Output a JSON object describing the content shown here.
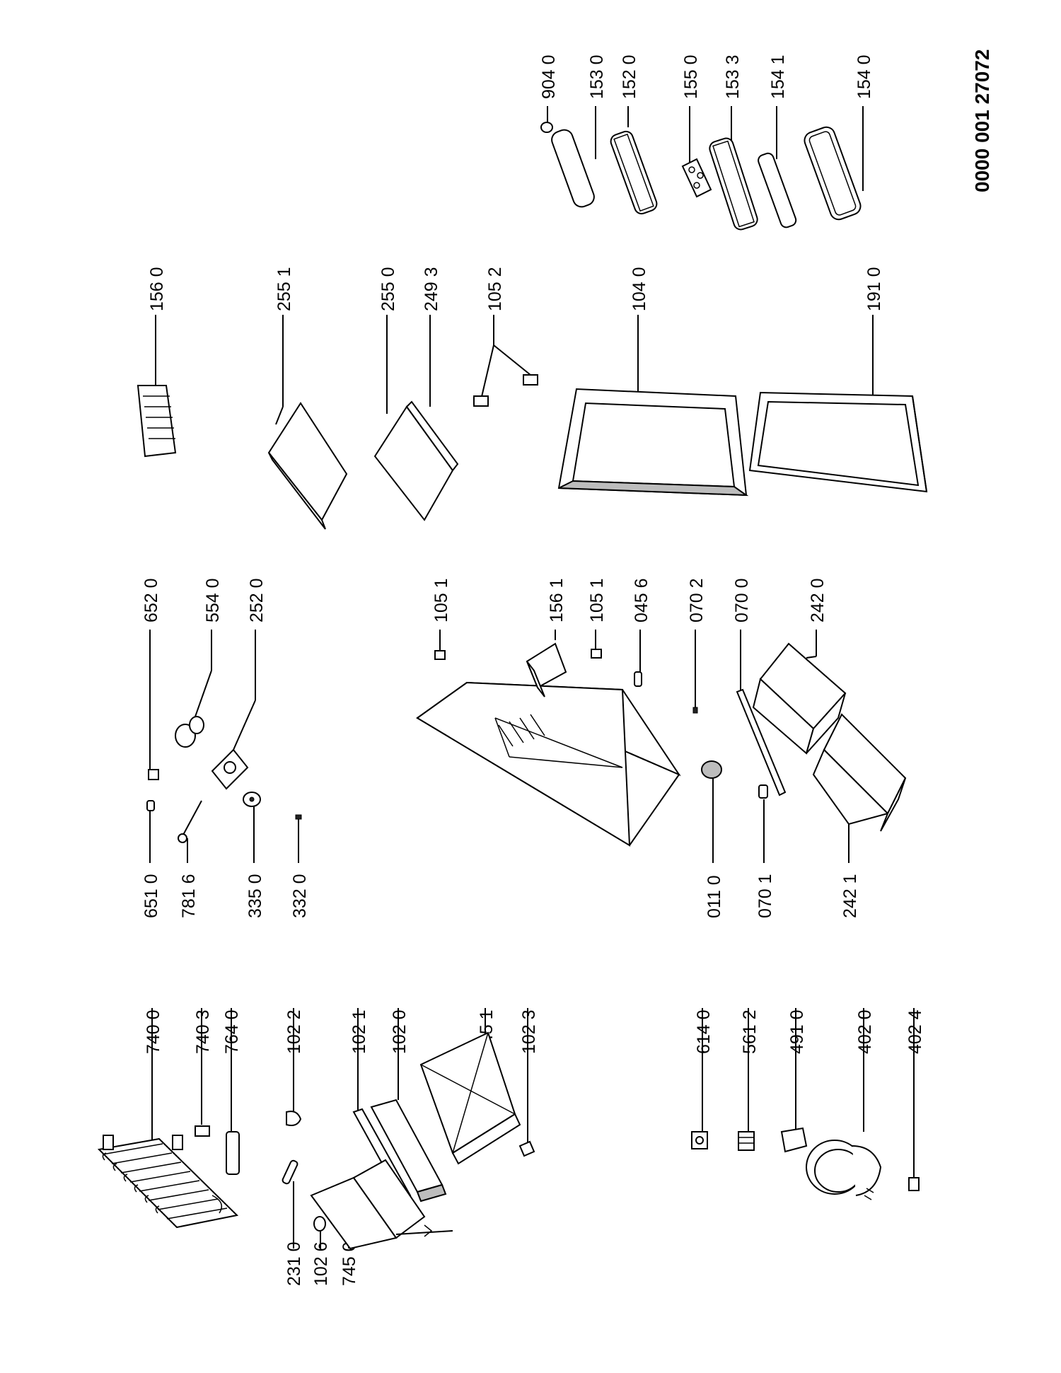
{
  "drawing_code": "0000 001 27072",
  "labels": {
    "p740_0": "740 0",
    "p740_3": "740 3",
    "p764_0": "764 0",
    "p102_2": "102 2",
    "p102_1": "102 1",
    "p102_0": "102 0",
    "p745_1": "745 1",
    "p102_3": "102 3",
    "p231_0": "231 0",
    "p102_6": "102 6",
    "p745_0": "745 0",
    "p614_0": "614 0",
    "p561_2": "561 2",
    "p491_0": "491 0",
    "p402_0": "402 0",
    "p402_4": "402 4",
    "p652_0": "652 0",
    "p554_0": "554 0",
    "p252_0": "252 0",
    "p651_0": "651 0",
    "p781_6": "781 6",
    "p335_0": "335 0",
    "p332_0": "332 0",
    "p105_1a": "105 1",
    "p156_1": "156 1",
    "p105_1b": "105 1",
    "p045_6": "045 6",
    "p070_2": "070 2",
    "p070_0": "070 0",
    "p242_0": "242 0",
    "p011_0": "011 0",
    "p070_1": "070 1",
    "p242_1": "242 1",
    "p156_0": "156 0",
    "p255_1": "255 1",
    "p255_0": "255 0",
    "p249_3": "249 3",
    "p105_2": "105 2",
    "p104_0": "104 0",
    "p191_0": "191 0",
    "p904_0": "904 0",
    "p153_0": "153 0",
    "p152_0": "152 0",
    "p155_0": "155 0",
    "p153_3": "153 3",
    "p154_1": "154 1",
    "p154_0": "154 0"
  }
}
